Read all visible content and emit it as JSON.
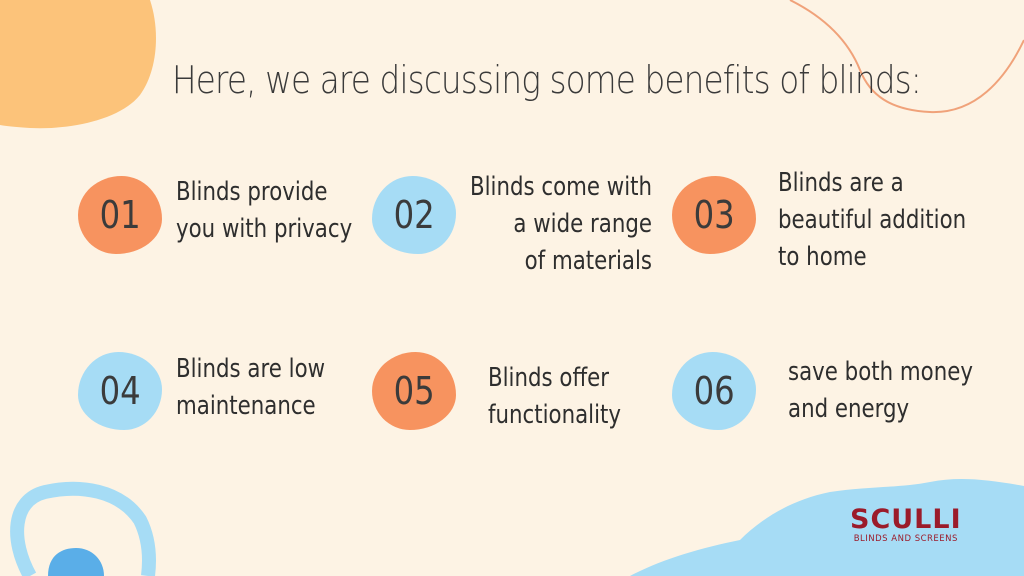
{
  "heading": "Here, we are discussing some benefits of blinds:",
  "benefits": [
    {
      "number": "01",
      "lines": [
        "Blinds provide",
        "you with privacy"
      ]
    },
    {
      "number": "02",
      "lines": [
        "Blinds come with",
        "a wide range",
        "of materials"
      ]
    },
    {
      "number": "03",
      "lines": [
        "Blinds are a",
        "beautiful addition",
        "to home"
      ]
    },
    {
      "number": "04",
      "lines": [
        "Blinds are low",
        "maintenance"
      ]
    },
    {
      "number": "05",
      "lines": [
        "Blinds offer",
        "functionality"
      ]
    },
    {
      "number": "06",
      "lines": [
        "save both money",
        "and energy"
      ]
    }
  ],
  "logo": {
    "name": "SCULLI",
    "tagline": "BLINDS AND SCREENS"
  },
  "colors": {
    "background": "#fdf3e4",
    "orange": "#f7935f",
    "blue": "#a6dcf5",
    "peach": "#fcc37a",
    "logo": "#9b1b2a"
  }
}
